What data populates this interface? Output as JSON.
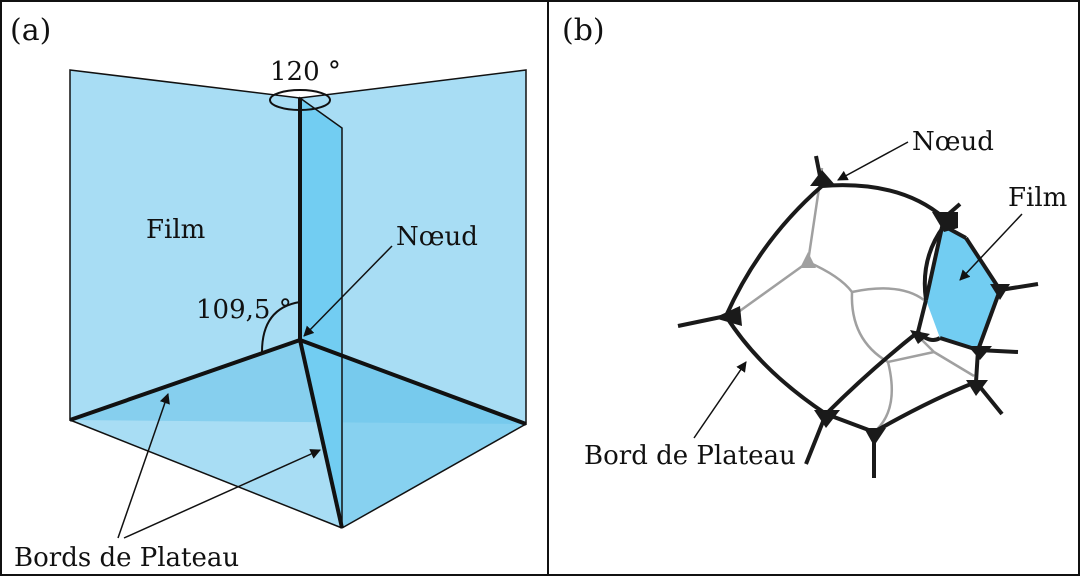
{
  "panel_a": {
    "panel_label": "(a)",
    "angle_top": "120 °",
    "angle_side": "109,5 °",
    "label_film": "Film",
    "label_node": "Nœud",
    "label_edges": "Bords de Plateau"
  },
  "panel_b": {
    "panel_label": "(b)",
    "label_node": "Nœud",
    "label_film": "Film",
    "label_edge": "Bord de Plateau"
  },
  "colors": {
    "film_light": "#a8ddf4",
    "film_mid": "#78cdef",
    "film_dark": "#5cc3ec",
    "highlight_film": "#72cdf2",
    "lines": "#1a1a1a",
    "grey_edges": "#9a9a9a"
  }
}
